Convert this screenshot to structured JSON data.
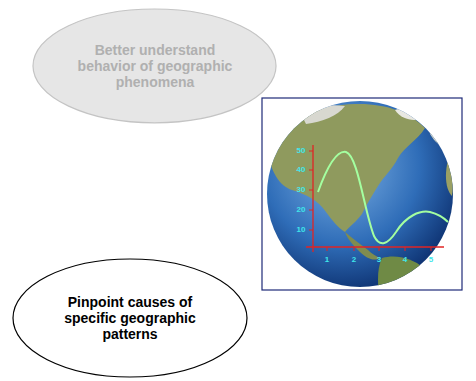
{
  "diagram": {
    "nodes": [
      {
        "text": [
          "Better understand behavior of geographic phenomena"
        ]
      },
      {
        "text": [
          "Pinpoint causes of specific geographic patterns"
        ]
      }
    ],
    "labels": [
      "50",
      "40",
      "30",
      "20",
      "10",
      "1",
      "2",
      "3",
      "4",
      "5"
    ]
  }
}
